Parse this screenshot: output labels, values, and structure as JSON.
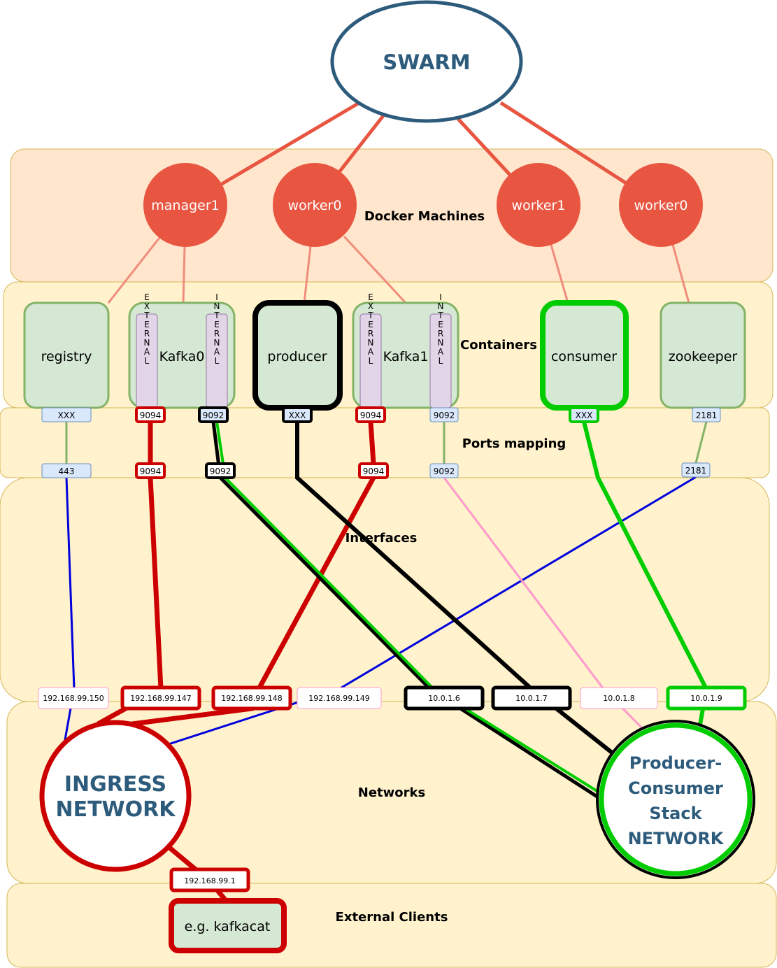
{
  "swarm": {
    "label": "SWARM"
  },
  "lanes": {
    "docker_machines": "Docker Machines",
    "containers": "Containers",
    "ports": "Ports mapping",
    "interfaces": "Interfaces",
    "networks": "Networks",
    "external": "External Clients"
  },
  "machines": [
    "manager1",
    "worker0",
    "worker1",
    "worker0"
  ],
  "containers": {
    "registry": "registry",
    "kafka0": "Kafka0",
    "producer": "producer",
    "kafka1": "Kafka1",
    "consumer": "consumer",
    "zookeeper": "zookeeper",
    "external": "EXTERNAL",
    "internal": "INTERNAL"
  },
  "ports_top": {
    "registry": "XXX",
    "kafka0_ext": "9094",
    "kafka0_int": "9092",
    "producer": "XXX",
    "kafka1_ext": "9094",
    "kafka1_int": "9092",
    "consumer": "XXX",
    "zookeeper": "2181"
  },
  "ports_bottom": {
    "registry": "443",
    "kafka0_ext": "9094",
    "kafka0_int": "9092",
    "kafka1_ext": "9094",
    "kafka1_int": "9092",
    "zookeeper": "2181"
  },
  "interfaces": {
    "ip150": "192.168.99.150",
    "ip147": "192.168.99.147",
    "ip148": "192.168.99.148",
    "ip149": "192.168.99.149",
    "ip6": "10.0.1.6",
    "ip7": "10.0.1.7",
    "ip8": "10.0.1.8",
    "ip9": "10.0.1.9",
    "ip1": "192.168.99.1"
  },
  "networks": {
    "ingress_line1": "INGRESS",
    "ingress_line2": "NETWORK",
    "pc_line1": "Producer-",
    "pc_line2": "Consumer",
    "pc_line3": "Stack",
    "pc_line4": "NETWORK"
  },
  "client": {
    "label": "e.g. kafkacat"
  },
  "colors": {
    "swarm_stroke": "#2d5b7c",
    "machine_fill": "#e85642",
    "machine_link": "#f08c7c",
    "lane_docker": "#ffe6cc",
    "lane_other": "#fff2cc",
    "container_fill": "#d5e8d4",
    "container_stroke": "#82b366",
    "vertical_fill": "#e1d5e7",
    "port_fill": "#dae8fc",
    "red": "#cc0000",
    "green": "#00cc00",
    "blue": "#0000dd",
    "pink": "#ff99cc"
  }
}
